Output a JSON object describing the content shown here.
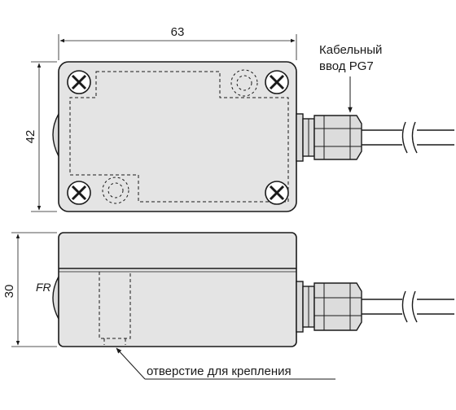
{
  "dimensions": {
    "width": "63",
    "height": "42",
    "depth": "30"
  },
  "labels": {
    "cable_gland_line1": "Кабельный",
    "cable_gland_line2": "ввод PG7",
    "mounting_hole": "отверстие для крепления",
    "fr": "FR"
  },
  "colors": {
    "body": "#e4e4e4",
    "outline": "#1a1a1a",
    "fitting": "#dcdcdc"
  }
}
